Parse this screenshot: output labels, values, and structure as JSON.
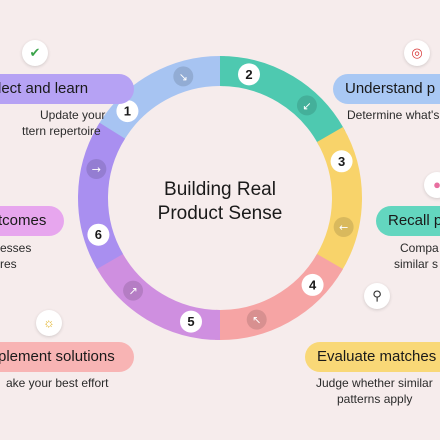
{
  "title": [
    "Building Real",
    "Product Sense"
  ],
  "steps": [
    {
      "number": "1",
      "label": "Understand p",
      "description": [
        "Determine what's"
      ],
      "color": "#a7c4f2",
      "icon": "target-icon",
      "icon_glyph": "◎",
      "arrow": "↘"
    },
    {
      "number": "2",
      "label": "Recall p",
      "description": [
        "Compa",
        "similar s"
      ],
      "color": "#4ec9b0",
      "icon": "brain-icon",
      "icon_glyph": "●",
      "arrow": "↙"
    },
    {
      "number": "3",
      "label": "Evaluate matches",
      "description": [
        "Judge whether similar",
        "patterns apply"
      ],
      "color": "#f8d36a",
      "icon": "magnifier-icon",
      "icon_glyph": "⚲",
      "arrow": "←"
    },
    {
      "number": "4",
      "label": "plement solutions",
      "description": [
        "ake your best effort"
      ],
      "color": "#f6a4a4",
      "icon": "lightbulb-icon",
      "icon_glyph": "☼",
      "arrow": "↖"
    },
    {
      "number": "5",
      "label": "tcomes",
      "description": [
        "esses",
        "res"
      ],
      "color": "#cf8fe0",
      "icon": "",
      "icon_glyph": "",
      "arrow": "↗"
    },
    {
      "number": "6",
      "label": "lect and learn",
      "description": [
        "Update your",
        "ttern repertoire"
      ],
      "color": "#a98ff0",
      "icon": "checkmark-icon",
      "icon_glyph": "✔",
      "arrow": "→"
    }
  ],
  "colors": {
    "background": "#f6ecec",
    "understand_pill": "#a9c8f4",
    "recall_pill": "#63d6bf",
    "evaluate_pill": "#f9d877",
    "implement_pill": "#f8b4b4",
    "outcomes_pill": "#e7a6ee",
    "reflect_pill": "#b6a2f4"
  }
}
